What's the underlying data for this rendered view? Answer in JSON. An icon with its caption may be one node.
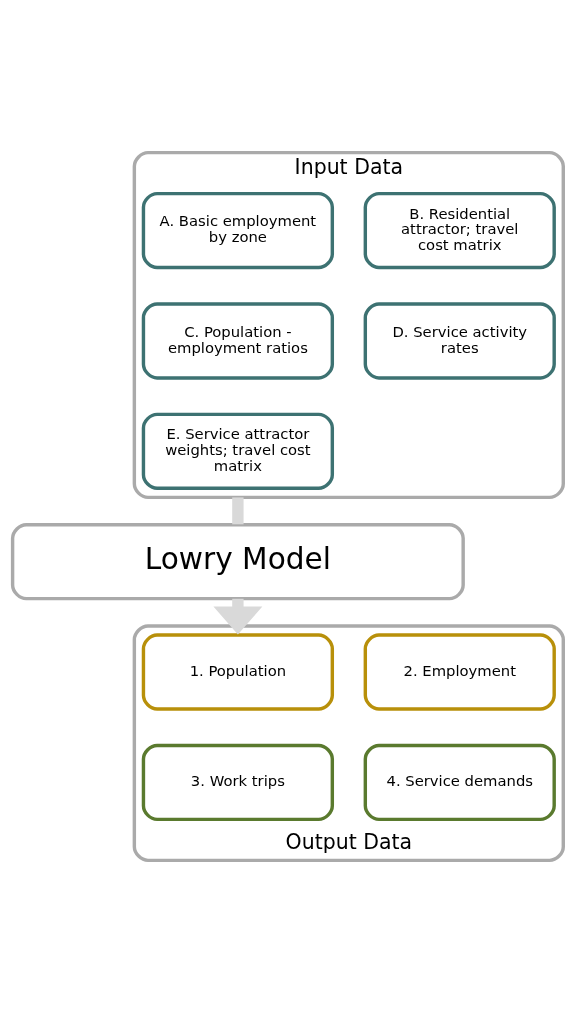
{
  "diagram": {
    "nodes": [
      {
        "text": [
          "Input Data"
        ]
      },
      {
        "text": [
          "A. Basic employment  by zone"
        ],
        "in": 0
      },
      {
        "text": [
          "B. Residential attractor; travel cost matrix"
        ],
        "in": 0
      },
      {
        "text": [
          "C. Population - employment ratios"
        ],
        "in": 0
      },
      {
        "text": [
          "D. Service activity rates"
        ],
        "in": 0
      },
      {
        "text": [
          "E. Service attractor weights; travel cost matrix"
        ],
        "in": 0
      },
      {
        "text": [
          "Lowry Model"
        ]
      },
      {
        "text": [
          "Output Data"
        ]
      },
      {
        "text": [
          "1. Population"
        ],
        "in": 7
      },
      {
        "text": [
          "2. Employment"
        ],
        "in": 7
      },
      {
        "text": [
          "3. Work trips"
        ],
        "in": 7
      },
      {
        "text": [
          "4. Service demands"
        ],
        "in": 7
      }
    ],
    "edges": [
      {
        "from": 0,
        "to": 6,
        "arrow": "none"
      },
      {
        "from": 6,
        "to": 7,
        "arrow": "to"
      }
    ]
  }
}
